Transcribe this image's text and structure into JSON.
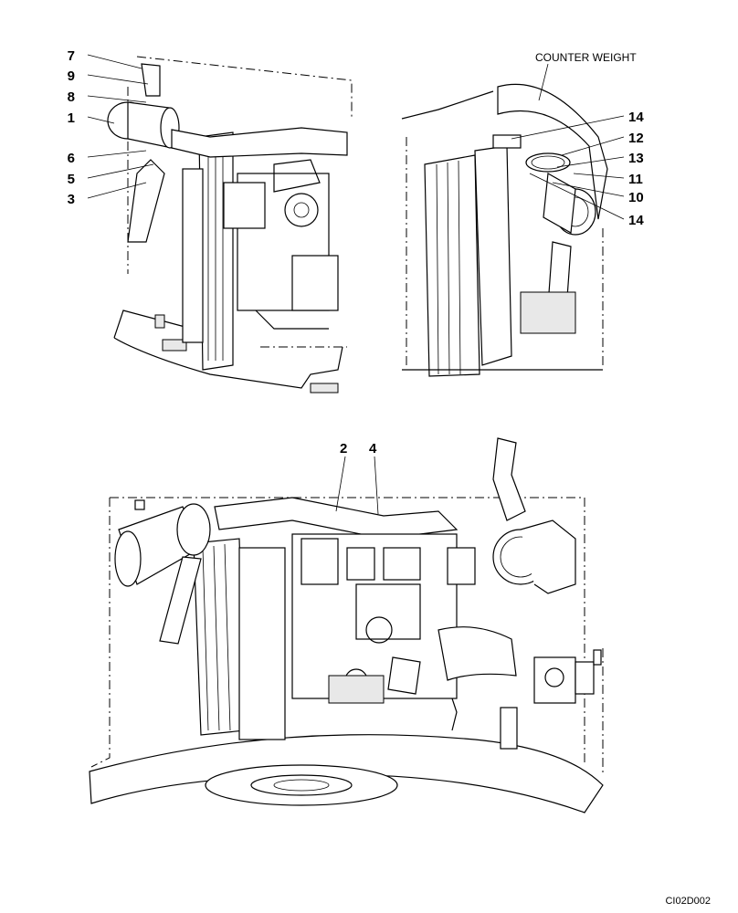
{
  "callouts": {
    "top_left": [
      "7",
      "9",
      "8",
      "1",
      "6",
      "5",
      "3"
    ],
    "top_right": [
      "14",
      "12",
      "13",
      "11",
      "10",
      "14"
    ],
    "bottom": [
      "2",
      "4"
    ]
  },
  "label_counterweight": "COUNTER WEIGHT",
  "drawing_code": "CI02D002"
}
